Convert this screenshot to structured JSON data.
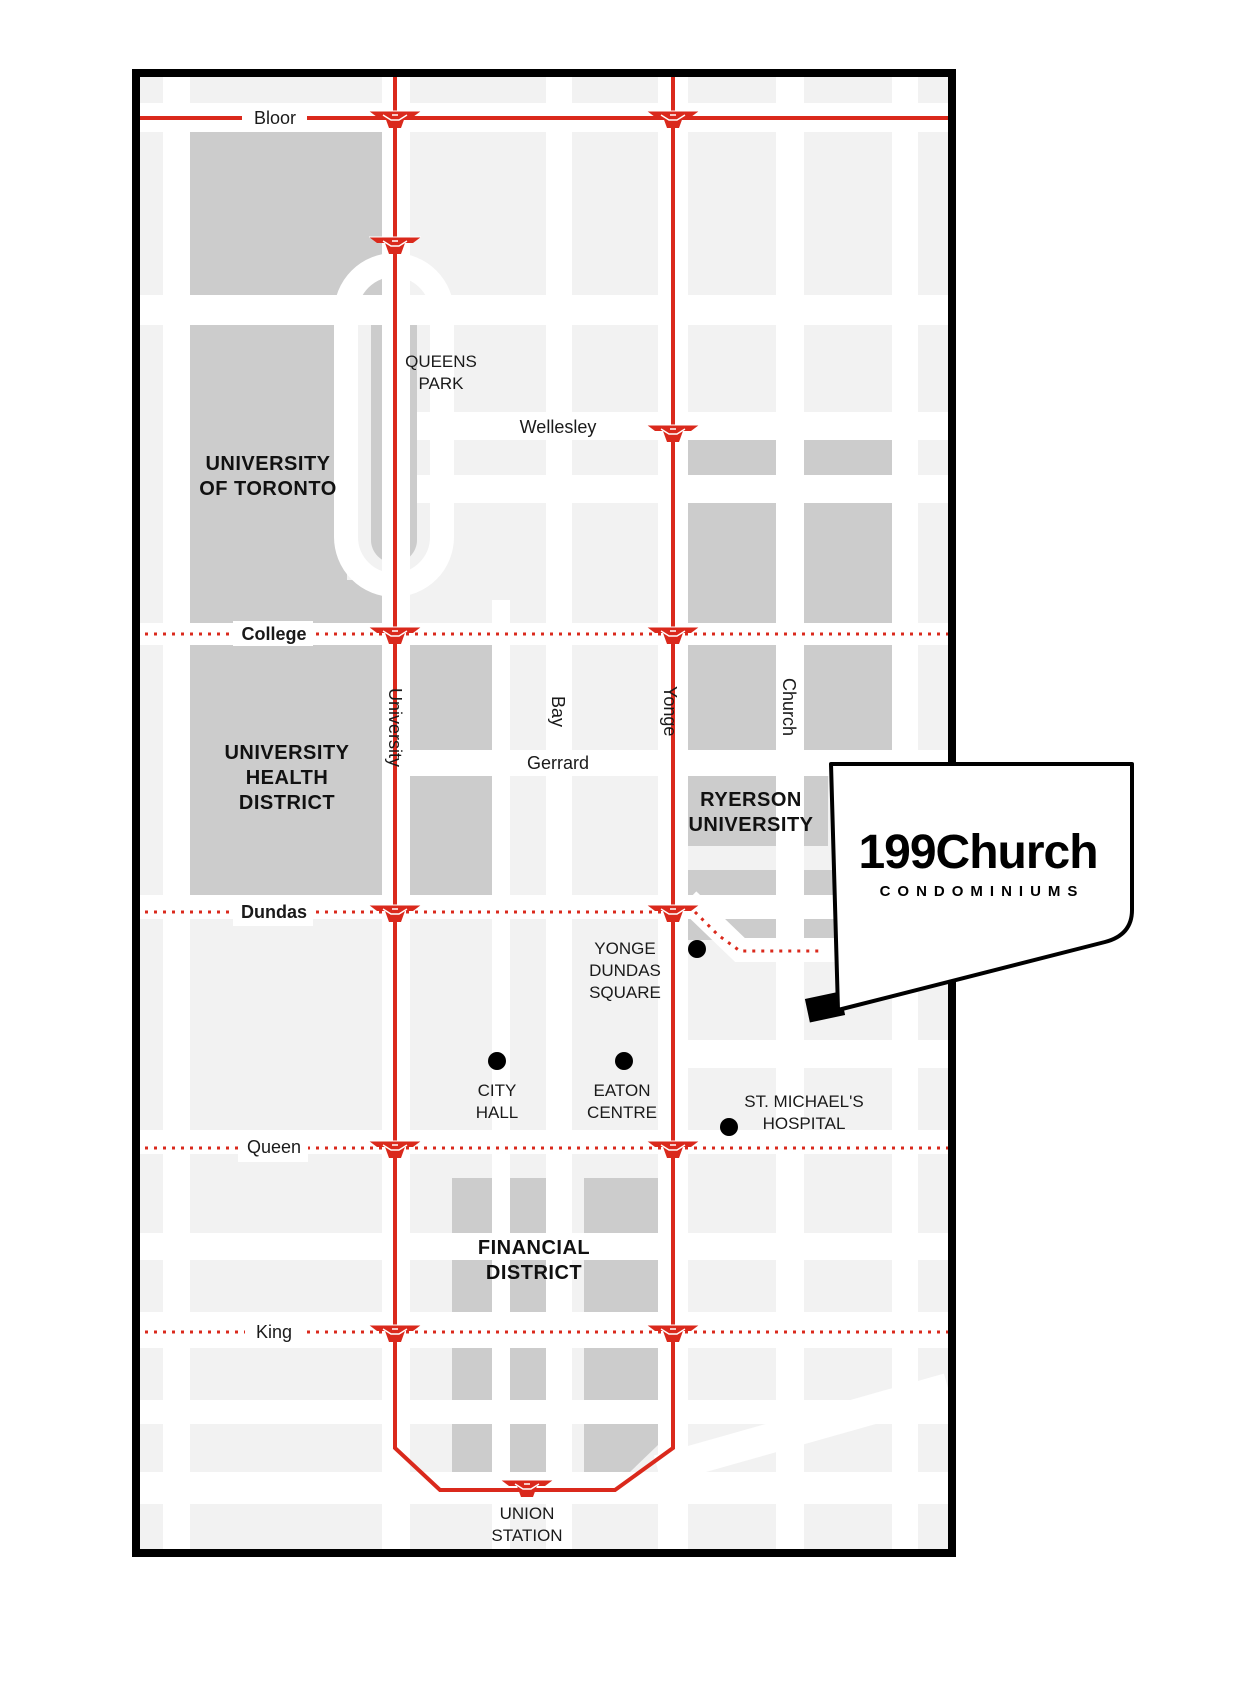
{
  "map": {
    "colors": {
      "background": "#f2f2f2",
      "block": "#cccccc",
      "road": "#ffffff",
      "subway": "#da291c",
      "frame": "#000000"
    },
    "streets": {
      "bloor": "Bloor",
      "college": "College",
      "dundas": "Dundas",
      "queen": "Queen",
      "king": "King",
      "wellesley": "Wellesley",
      "gerrard": "Gerrard",
      "university": "University",
      "bay": "Bay",
      "yonge": "Yonge",
      "church": "Church"
    },
    "places": {
      "queens_park_1": "QUEENS",
      "queens_park_2": "PARK",
      "yonge_dundas_1": "YONGE",
      "yonge_dundas_2": "DUNDAS",
      "yonge_dundas_3": "SQUARE",
      "city_hall_1": "CITY",
      "city_hall_2": "HALL",
      "eaton_1": "EATON",
      "eaton_2": "CENTRE",
      "st_michaels_1": "ST. MICHAEL'S",
      "st_michaels_2": "HOSPITAL",
      "union_1": "UNION",
      "union_2": "STATION"
    },
    "districts": {
      "uoft_1": "UNIVERSITY",
      "uoft_2": "OF TORONTO",
      "uhd_1": "UNIVERSITY",
      "uhd_2": "HEALTH",
      "uhd_3": "DISTRICT",
      "ryerson_1": "RYERSON",
      "ryerson_2": "UNIVERSITY",
      "financial_1": "FINANCIAL",
      "financial_2": "DISTRICT"
    },
    "brand": {
      "name": "199Church",
      "subtitle": "CONDOMINIUMS"
    },
    "icons": {
      "subway_station": "ttc-station-icon",
      "landmark": "landmark-dot-icon",
      "pin": "location-pin-icon"
    }
  }
}
